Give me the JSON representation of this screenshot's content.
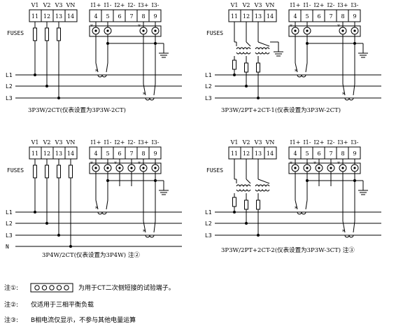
{
  "terminals": {
    "volt_headers": [
      "V1",
      "V2",
      "V3",
      "VN"
    ],
    "volt_numbers": [
      "11",
      "12",
      "13",
      "14"
    ],
    "curr_headers": [
      "I1+",
      "I1-",
      "I2+",
      "I2-",
      "I3+",
      "I3-"
    ],
    "curr_numbers": [
      "4",
      "5",
      "6",
      "7",
      "8",
      "9"
    ]
  },
  "labels": {
    "fuses": "FUSES",
    "L1": "L1",
    "L2": "L2",
    "L3": "L3",
    "N": "N",
    "star": "*"
  },
  "captions": {
    "d1": "3P3W/2CT(仪表设置为3P3W-2CT)",
    "d2": "3P3W/2PT+2CT-1(仪表设置为3P3W-2CT)",
    "d3": "3P4W/2CT(仪表设置为3P4W)  注②",
    "d4": "3P3W/2PT+2CT-2(仪表设置为3P3W-3CT) 注③"
  },
  "notes": {
    "n1_label": "注①:",
    "n1_text": "为用于CT二次侧短接的试验端子。",
    "n2_label": "注②:",
    "n2_text": "仅适用于三相平衡负载",
    "n3_label": "注③:",
    "n3_text": "B相电流仅显示，不参与其他电量运算"
  },
  "colors": {
    "ink": "#000000",
    "background": "#ffffff"
  }
}
